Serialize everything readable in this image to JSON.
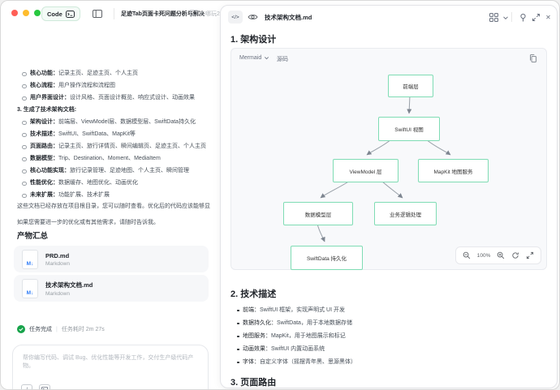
{
  "colors": {
    "traffic_red": "#ff5f57",
    "traffic_yellow": "#febc2e",
    "traffic_green": "#28c840",
    "node_border_mint": "#7fdcb4",
    "check_green": "#17a34a",
    "markdown_blue": "#2f7cf6"
  },
  "icons": {
    "code_view": "</>",
    "close": "✕",
    "slash": "/",
    "markdown": "M↓"
  },
  "topbar": {
    "code_label": "Code",
    "session_title": "足迹Tab页面卡死问题分析与解决",
    "secondary_chat": "去哪玩2..."
  },
  "chat": {
    "bullets_a": [
      {
        "label": "核心功能：",
        "text": "记录主页、足迹主页、个人主页"
      },
      {
        "label": "核心流程：",
        "text": "用户操作流程和流程图"
      },
      {
        "label": "用户界面设计：",
        "text": "设计风格、页面设计概览、响应式设计、动画效果"
      }
    ],
    "numbered_item": "3. 生成了技术架构文档:",
    "bullets_b": [
      {
        "label": "架构设计：",
        "text": "前端层、ViewModel层、数据模型层、SwiftData持久化"
      },
      {
        "label": "技术描述：",
        "text": "SwiftUI、SwiftData、MapKit等"
      },
      {
        "label": "页面路由：",
        "text": "记录主页、旅行详情页、瞬间编辑页、足迹主页、个人主页"
      },
      {
        "label": "数据模型：",
        "text": "Trip、Destination、Moment、MediaItem"
      },
      {
        "label": "核心功能实现：",
        "text": "旅行记录管理、足迹地图、个人主页、瞬间管理"
      },
      {
        "label": "性能优化：",
        "text": "数据缓存、地图优化、动画优化"
      },
      {
        "label": "未来扩展：",
        "text": "功能扩展、技术扩展"
      }
    ],
    "paragraph_1": "这些文档已经存放在项目根目录，您可以随时查看。优化后的代码应该能够显",
    "paragraph_2": "如果您需要进一步的优化或有其他需求，请随时告诉我。",
    "artifacts_heading": "产物汇总",
    "artifacts": [
      {
        "name": "PRD.md",
        "type": "Markdown"
      },
      {
        "name": "技术架构文档.md",
        "type": "Markdown"
      }
    ],
    "status": {
      "done": "任务完成",
      "divider": "|",
      "elapsed": "任务耗时 2m 27s"
    },
    "composer": {
      "placeholder": "帮你编写代码、调试 Bug、优化性能等开发工作，交付生产级代码产物。"
    }
  },
  "doc": {
    "tab_title": "技术架构文档.md",
    "section_1": "1. 架构设计",
    "mermaid": {
      "renderer": "Mermaid",
      "source_tab": "源码",
      "zoom_level": "100%"
    },
    "diagram": {
      "type": "flowchart",
      "nodes": [
        {
          "label": "前端层"
        },
        {
          "label": "SwiftUI 视图"
        },
        {
          "label": "ViewModel 层"
        },
        {
          "label": "MapKit 地图服务"
        },
        {
          "label": "数据模型层"
        },
        {
          "label": "业务逻辑处理"
        },
        {
          "label": "SwiftData 持久化"
        }
      ],
      "edges": [
        [
          "前端层",
          "SwiftUI 视图"
        ],
        [
          "SwiftUI 视图",
          "ViewModel 层"
        ],
        [
          "SwiftUI 视图",
          "MapKit 地图服务"
        ],
        [
          "ViewModel 层",
          "数据模型层"
        ],
        [
          "ViewModel 层",
          "业务逻辑处理"
        ],
        [
          "数据模型层",
          "SwiftData 持久化"
        ]
      ]
    },
    "section_2": "2. 技术描述",
    "tech_bullets": [
      {
        "label": "前端：",
        "text": "SwiftUI 框架，实现声明式 UI 开发"
      },
      {
        "label": "数据持久化：",
        "text": "SwiftData，用于本地数据存储"
      },
      {
        "label": "地图服务：",
        "text": "MapKit，用于地图展示和标记"
      },
      {
        "label": "动画效果：",
        "text": "SwiftUI 内置动画系统"
      },
      {
        "label": "字体：",
        "text": "自定义字体（摇摆青年黑、思源黑体）"
      }
    ],
    "section_3": "3. 页面路由"
  }
}
